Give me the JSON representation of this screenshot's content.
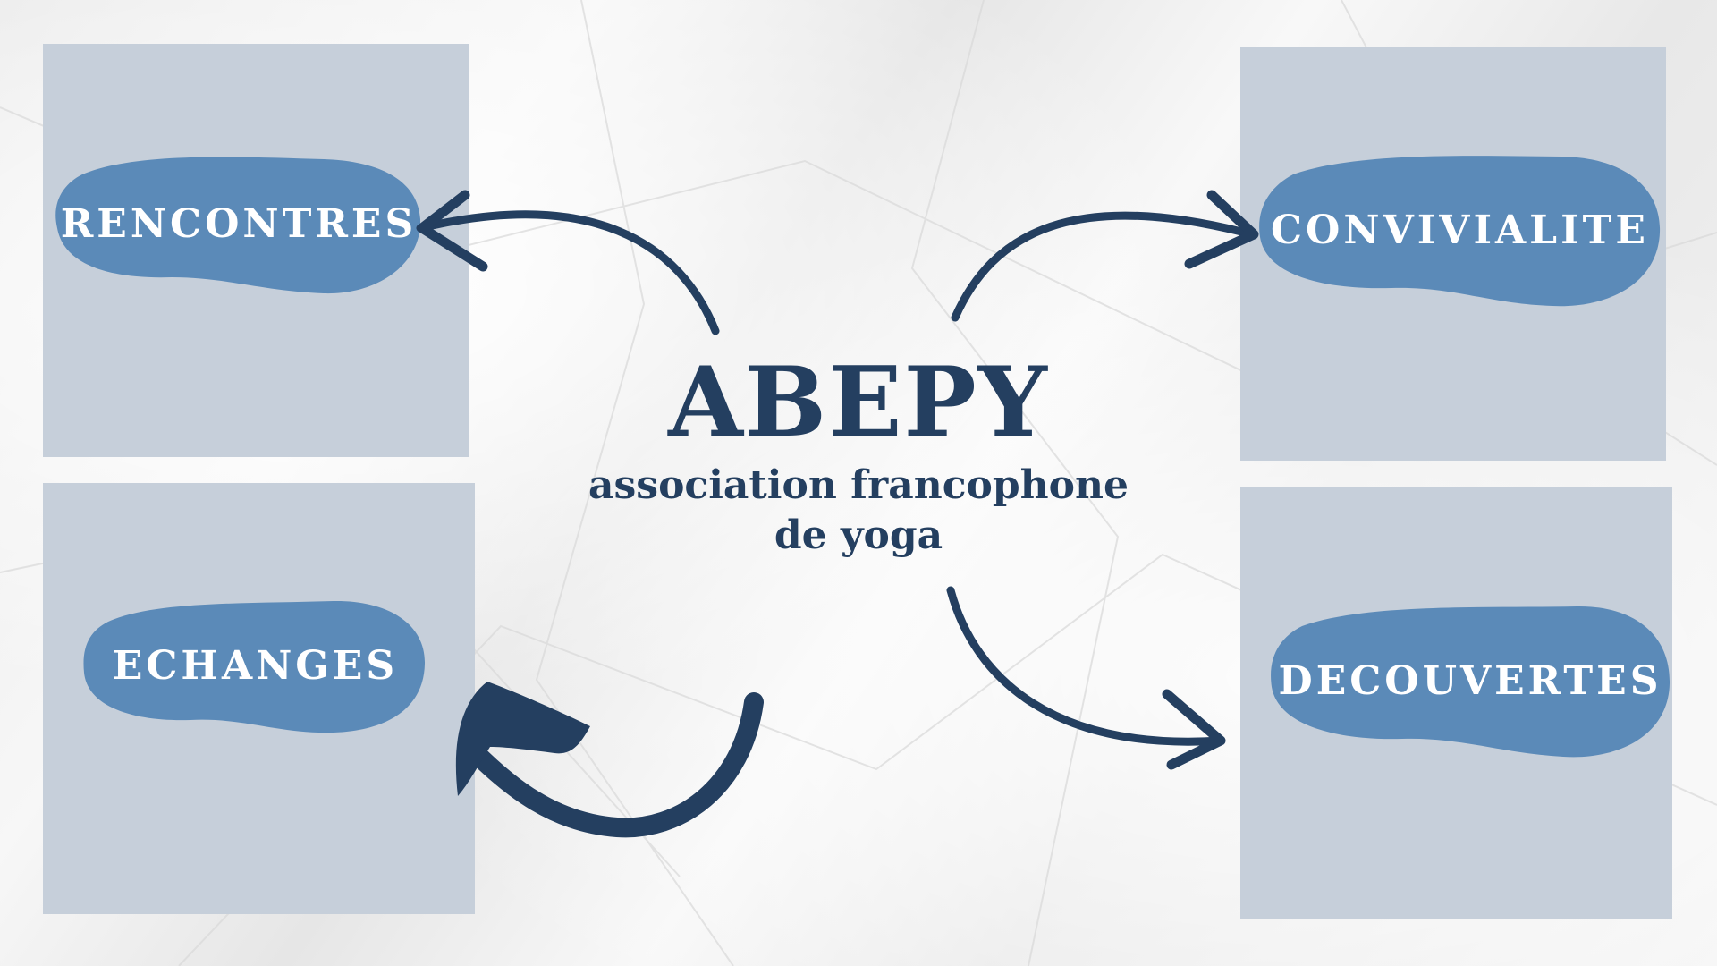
{
  "title": "ABEPY",
  "subtitle": {
    "line1": "association francophone",
    "line2": "de yoga"
  },
  "nodes": {
    "rencontres": "RENCONTRES",
    "echanges": "ECHANGES",
    "convivialite": "CONVIVIALITE",
    "decouvertes": "DECOUVERTES"
  },
  "colors": {
    "panel": "#c6cfda",
    "blob": "#5b8ab8",
    "ink": "#243f60",
    "background": "#f1f1f1"
  }
}
